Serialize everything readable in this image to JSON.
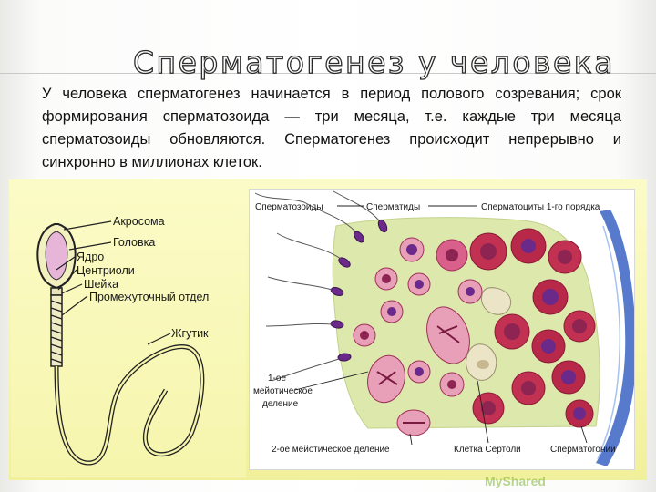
{
  "slide": {
    "title": "Сперматогенез у человека",
    "intro": "У человека сперматогенез начинается в период полового созревания; срок формирования сперматозоида — три месяца, т.е. каждые три месяца сперматозоиды обновляются. Сперматогенез происходит непрерывно и синхронно в миллионах клеток."
  },
  "figure_left": {
    "labels": {
      "acrosome": "Акросома",
      "head": "Головка",
      "nucleus": "Ядро",
      "centrioles": "Центриоли",
      "neck": "Шейка",
      "midpiece": "Промежуточный отдел",
      "flagellum": "Жгутик"
    }
  },
  "figure_right": {
    "labels": {
      "spermatozoa": "Сперматозоиды",
      "spermatids": "Сперматиды",
      "spermatocytes1": "Сперматоциты 1-го порядка",
      "meiosis1_line1": "1-ое",
      "meiosis1_line2": "мейотическое",
      "meiosis1_line3": "деление",
      "meiosis2": "2-ое мейотическое деление",
      "sertoli": "Клетка Сертоли",
      "spermatogonia": "Сперматогонии"
    }
  },
  "logo_text": "MyShared",
  "colors": {
    "panel_yellow": "#f8f7b0",
    "cell_red": "#b8284a",
    "cell_pink": "#d9608a",
    "nucleus_purple": "#6b2a8a",
    "tissue_green": "#d9e8a8",
    "membrane_blue": "#3b63c4"
  }
}
